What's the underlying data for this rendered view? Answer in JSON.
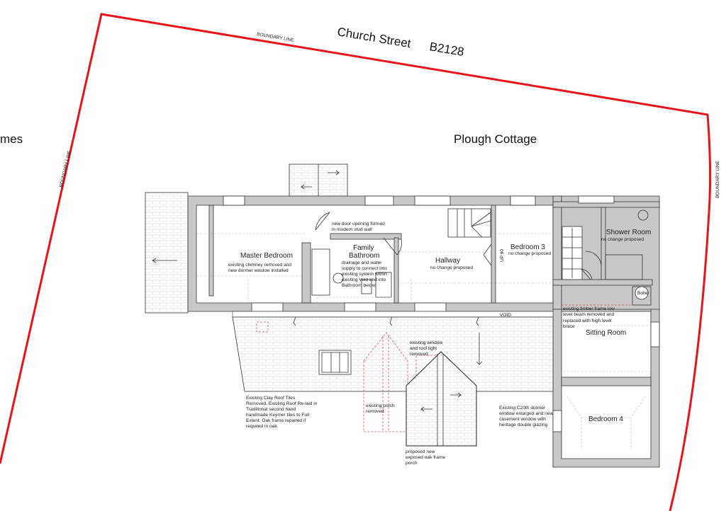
{
  "site": {
    "street": "Church Street",
    "road_number": "B2128",
    "boundary_label": "BOUNDARY LINE",
    "neighbour_partial": "mes",
    "property_name": "Plough Cottage",
    "boundary_color": "#e8141c"
  },
  "rooms": {
    "master_bedroom": {
      "name": "Master Bedroom",
      "note": [
        "existing chimney removed and",
        "new dormer window installed"
      ]
    },
    "family_bathroom": {
      "name_line1": "Family",
      "name_line2": "Bathroom",
      "note": [
        "drainage and water",
        "supply to connect into",
        "existing system within",
        "existing Void and into",
        "Bathroom below"
      ]
    },
    "hallway": {
      "name": "Hallway",
      "note": "no change proposed"
    },
    "bedroom3": {
      "name": "Bedroom 3",
      "note": "no change proposed",
      "up_label": "UP 90"
    },
    "shower_room": {
      "name": "Shower Room",
      "note": "no change proposed"
    },
    "sitting_room": {
      "name": "Sitting Room",
      "boiler": "Boiler",
      "note": [
        "existing timber frame low",
        "level beam removed and",
        "replaced with high level",
        "brace"
      ]
    },
    "bedroom4": {
      "name": "Bedroom 4"
    },
    "void": "VOID"
  },
  "notes": {
    "new_door": [
      "new door opening formed",
      "in modern stud wall"
    ],
    "roof_tiles": [
      "Existing Clay Roof Tiles",
      "Removed. Existing Roof Re-laid in",
      "Traditional second hand",
      "handmade Keymer tiles to Full",
      "Extent. Oak frame repaired if",
      "required in oak."
    ],
    "porch_removed": [
      "existing porch",
      "removed"
    ],
    "window_removed": [
      "existing window",
      "and roof light",
      "removed"
    ],
    "new_porch": [
      "proposed new",
      "exposed oak frame",
      "porch"
    ],
    "dormer": [
      "Existing C20th dormer",
      "window enlarged and new",
      "casement window with",
      "heritage double glazing"
    ]
  }
}
